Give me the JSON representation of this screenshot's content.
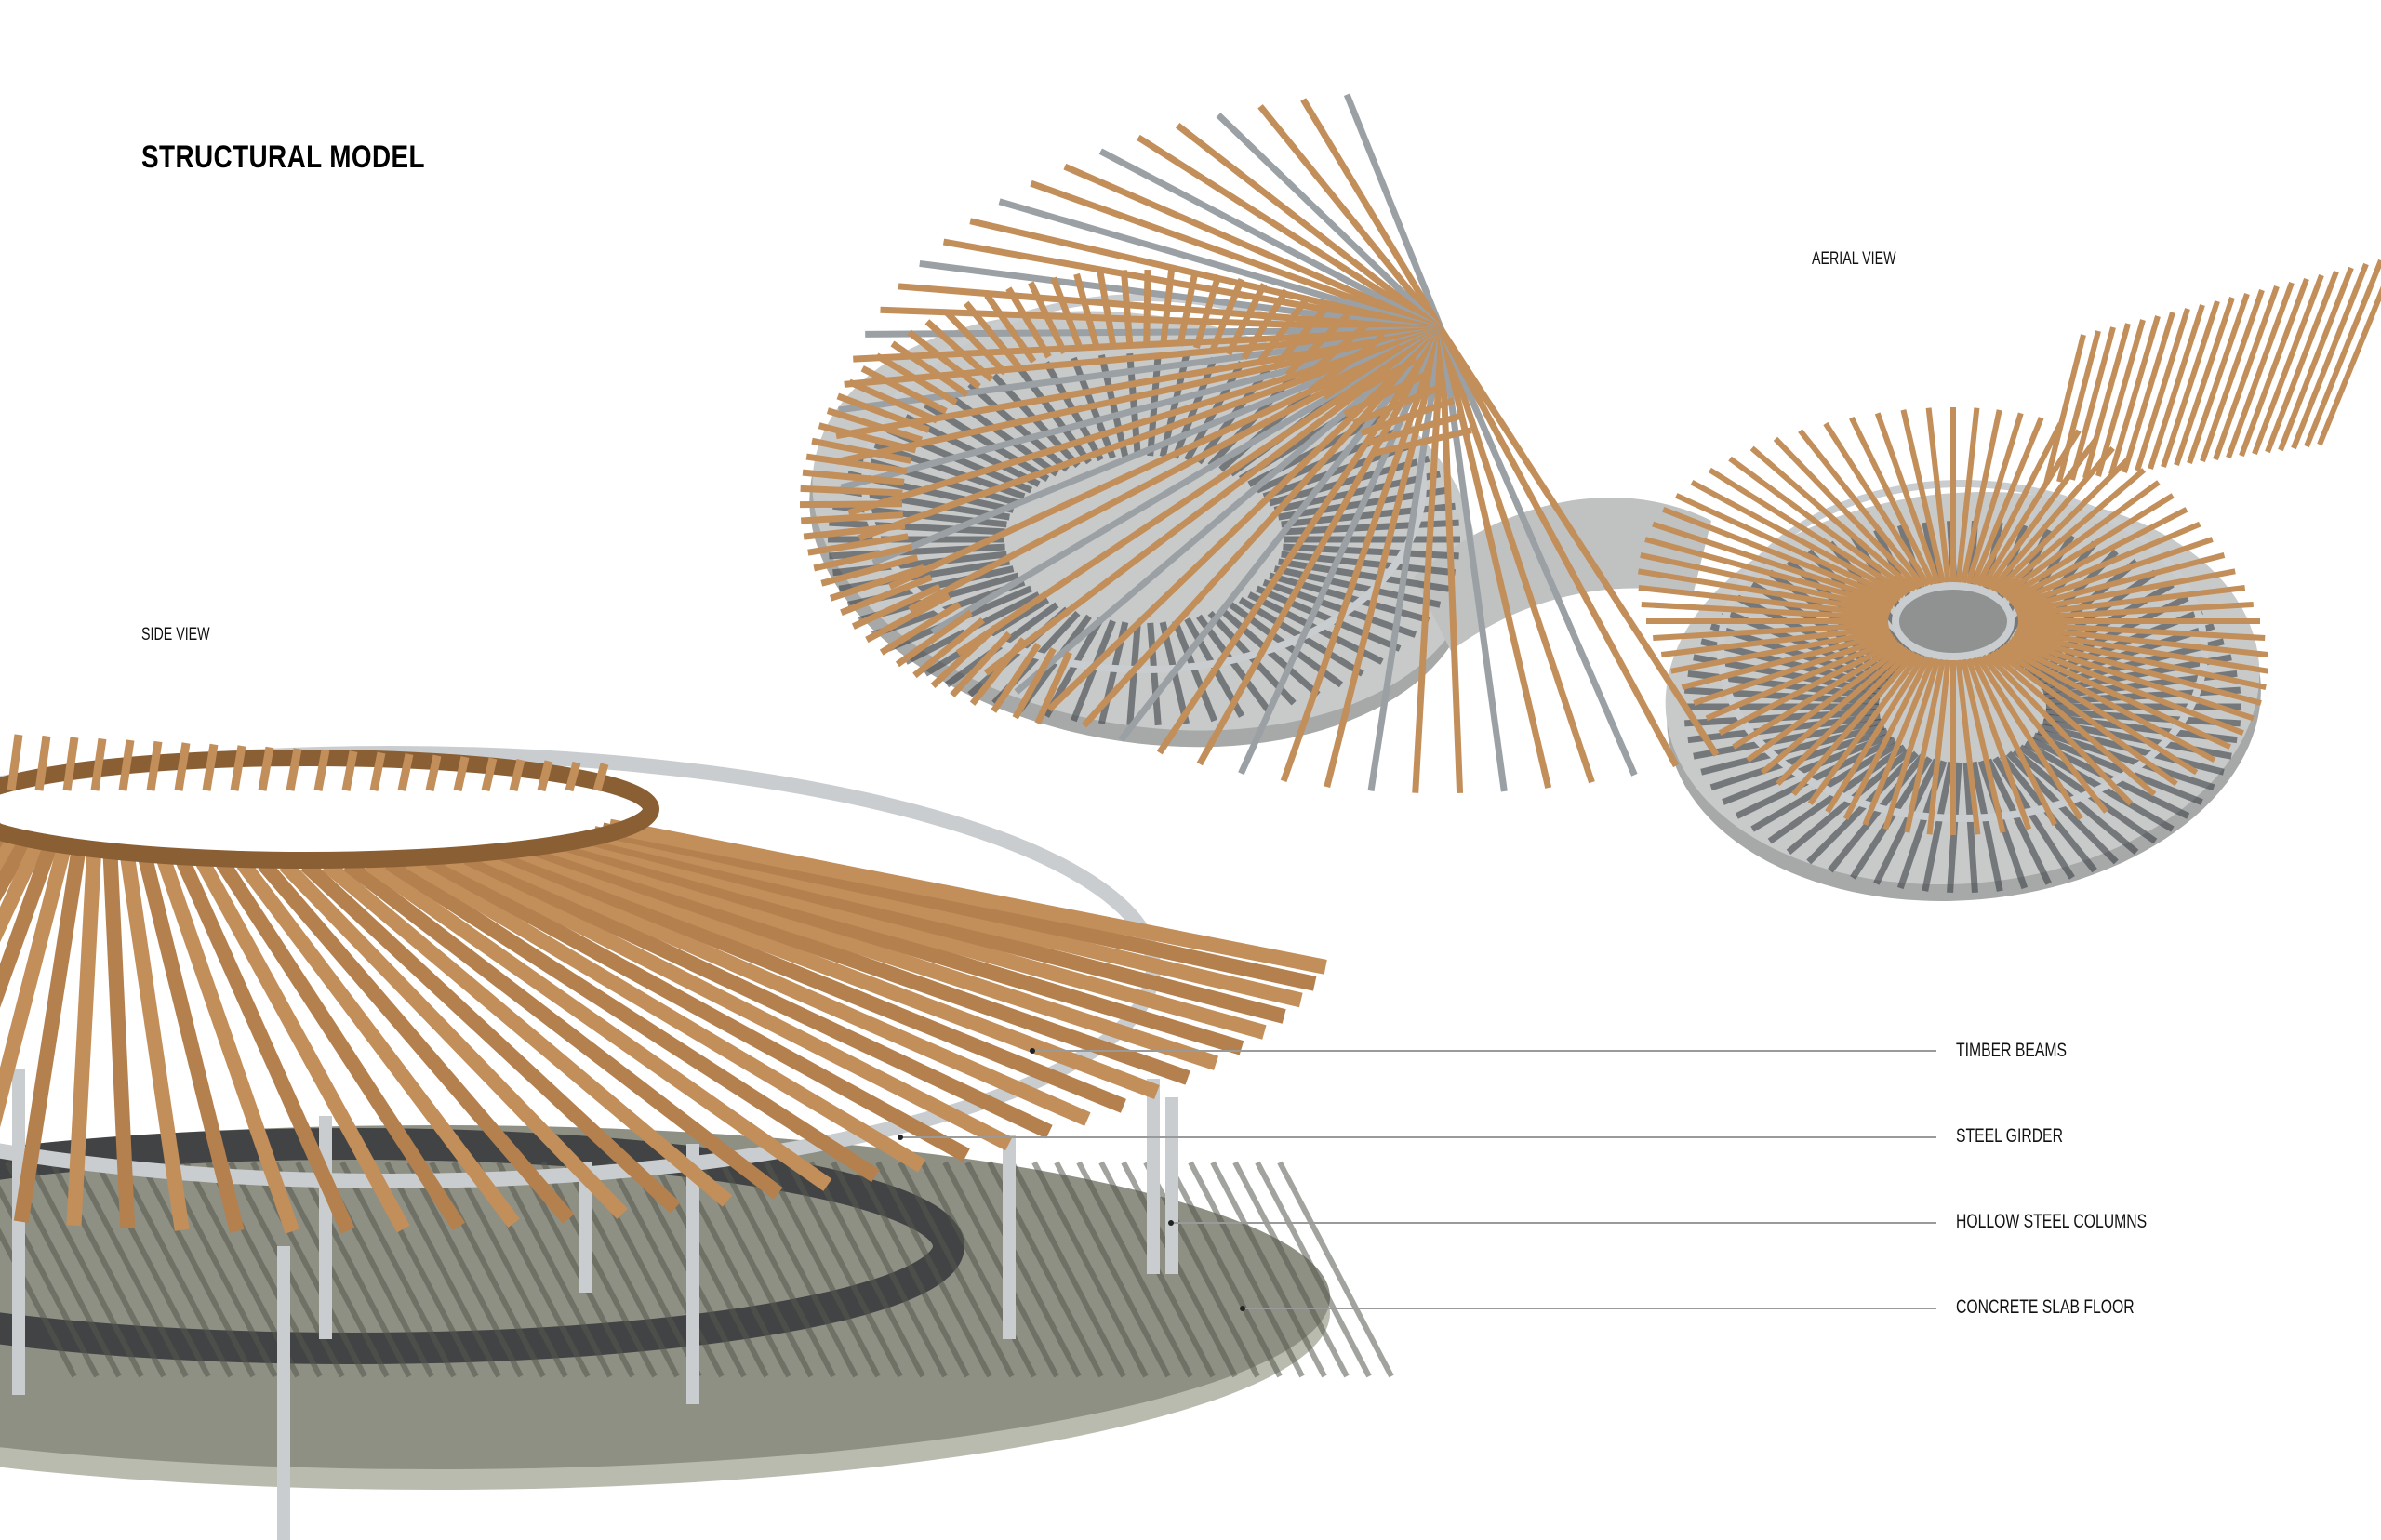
{
  "title": "STRUCTURAL MODEL",
  "views": {
    "aerial": "AERIAL VIEW",
    "side": "SIDE VIEW"
  },
  "legend": [
    {
      "label": "TIMBER BEAMS"
    },
    {
      "label": "STEEL GIRDER"
    },
    {
      "label": "HOLLOW STEEL COLUMNS"
    },
    {
      "label": "CONCRETE SLAB FLOOR"
    }
  ],
  "colors": {
    "timber": "#c28e5a",
    "timber_dark": "#8a5f34",
    "steel": "#c9cdcf",
    "slab": "#8f9084",
    "slab_edge": "#b9bbae",
    "shadow": "#3f4248",
    "leader": "#9a9a9a"
  }
}
